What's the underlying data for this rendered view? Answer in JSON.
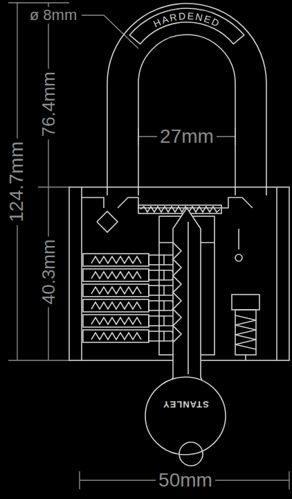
{
  "diagram": {
    "labels": [
      "ø 8mm",
      "HARDENED",
      "27mm",
      "124.7mm",
      "76.4mm",
      "40.3mm",
      "STANLEY",
      "50mm"
    ]
  }
}
